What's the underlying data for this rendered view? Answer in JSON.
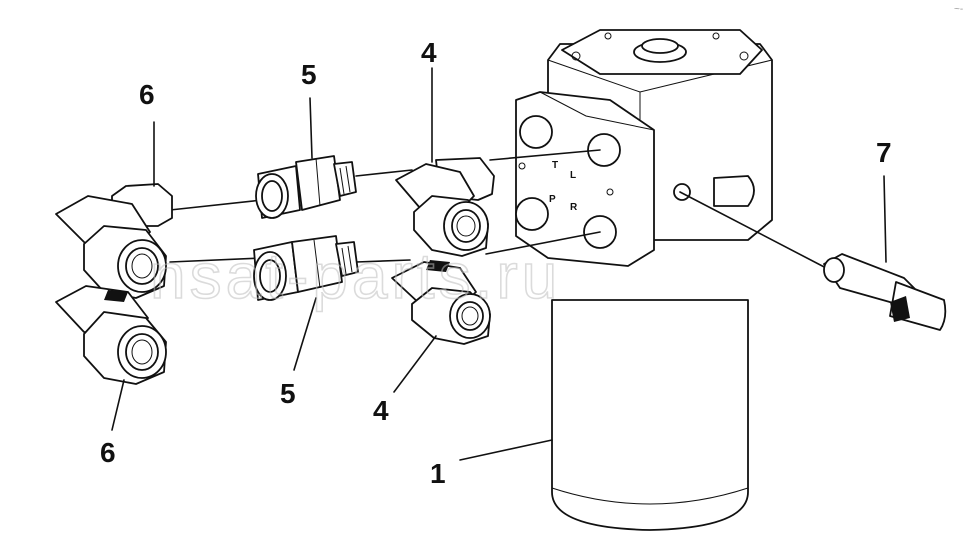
{
  "watermark": "nsat-parts.ru",
  "corner_mark": "~-",
  "ports": {
    "t": "T",
    "l": "L",
    "p": "P",
    "r": "R"
  },
  "callouts": {
    "c1": "1",
    "c4_top": "4",
    "c4_bottom": "4",
    "c5_top": "5",
    "c5_bottom": "5",
    "c6_top": "6",
    "c6_bottom": "6",
    "c7": "7"
  }
}
